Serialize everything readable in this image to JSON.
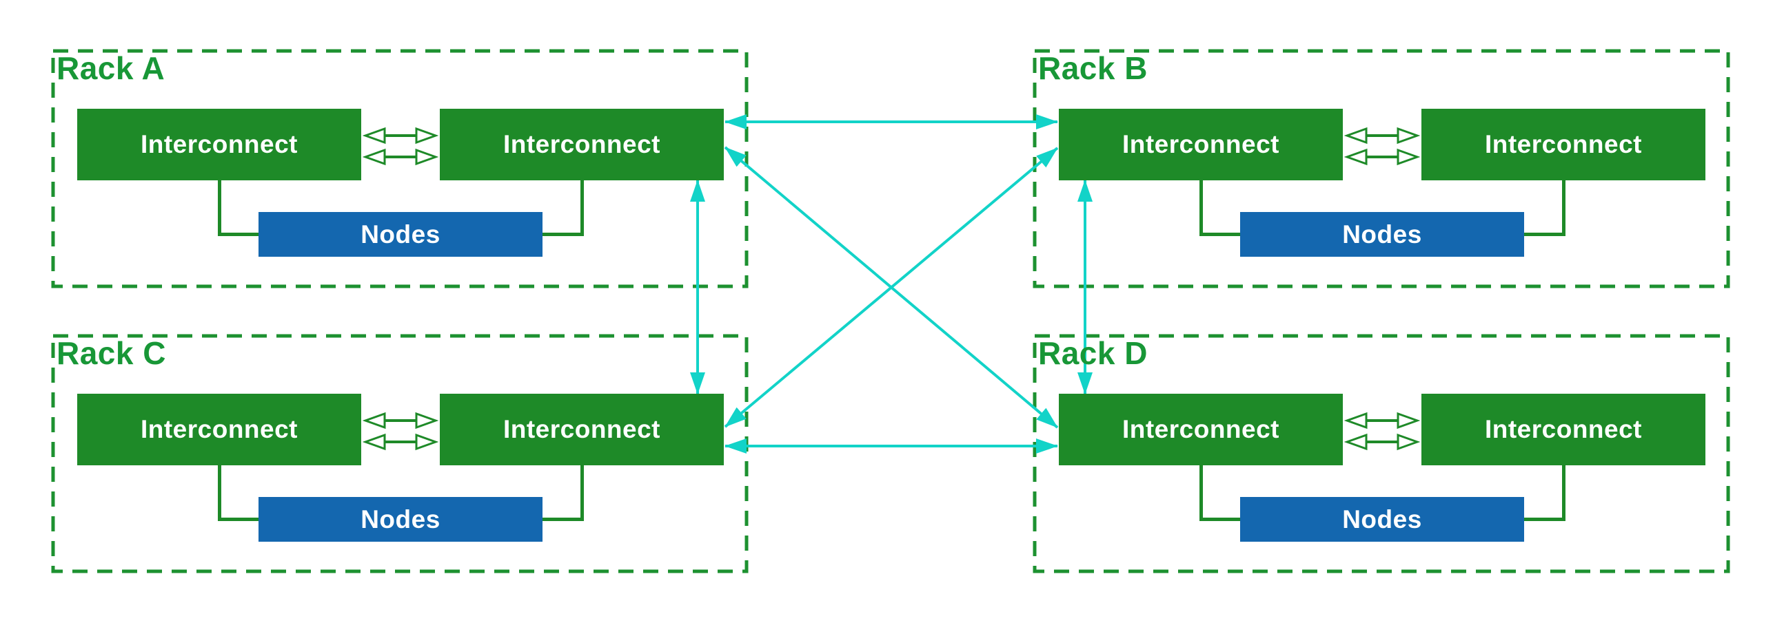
{
  "racks": [
    {
      "label": "Rack A",
      "interconnect_left": "Interconnect",
      "interconnect_right": "Interconnect",
      "nodes": "Nodes"
    },
    {
      "label": "Rack B",
      "interconnect_left": "Interconnect",
      "interconnect_right": "Interconnect",
      "nodes": "Nodes"
    },
    {
      "label": "Rack C",
      "interconnect_left": "Interconnect",
      "interconnect_right": "Interconnect",
      "nodes": "Nodes"
    },
    {
      "label": "Rack D",
      "interconnect_left": "Interconnect",
      "interconnect_right": "Interconnect",
      "nodes": "Nodes"
    }
  ],
  "links": {
    "inter_rack": [
      {
        "from": "Rack A",
        "to": "Rack B",
        "direction": "bidirectional"
      },
      {
        "from": "Rack C",
        "to": "Rack D",
        "direction": "bidirectional"
      },
      {
        "from": "Rack A",
        "to": "Rack C",
        "direction": "bidirectional"
      },
      {
        "from": "Rack B",
        "to": "Rack D",
        "direction": "bidirectional"
      },
      {
        "from": "Rack A",
        "to": "Rack D",
        "direction": "bidirectional"
      },
      {
        "from": "Rack B",
        "to": "Rack C",
        "direction": "bidirectional"
      }
    ],
    "intra_rack_interconnect_arrows_per_rack": 2
  },
  "colors": {
    "box_green": "#1e8a28",
    "border_green": "#1d9130",
    "label_green": "#189737",
    "nodes_blue": "#1467af",
    "link_cyan": "#12d3c8",
    "box_text": "#ffffff",
    "background": "#ffffff"
  }
}
